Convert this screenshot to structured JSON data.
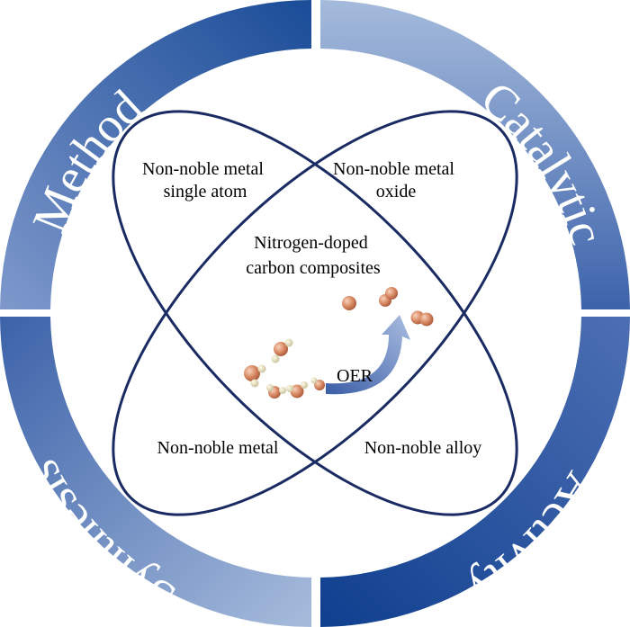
{
  "ring": {
    "method": "Method",
    "catalytic": "Catalytic",
    "activity": "Activity",
    "synthesis": "Synthesis",
    "colors": {
      "dark": "#1f4f99",
      "mid": "#5a79b8",
      "light": "#9bb3d8",
      "ellipse_stroke": "#1a2b63"
    }
  },
  "regions": {
    "top_left": {
      "line1": "Non-noble metal",
      "line2": "single atom"
    },
    "top_right": {
      "line1": "Non-noble metal",
      "line2": "oxide"
    },
    "center": {
      "line1": "Nitrogen-doped",
      "line2": "carbon composites"
    },
    "bottom_left": "Non-noble metal",
    "bottom_right": "Non-noble alloy"
  },
  "reaction": {
    "label": "OER"
  }
}
